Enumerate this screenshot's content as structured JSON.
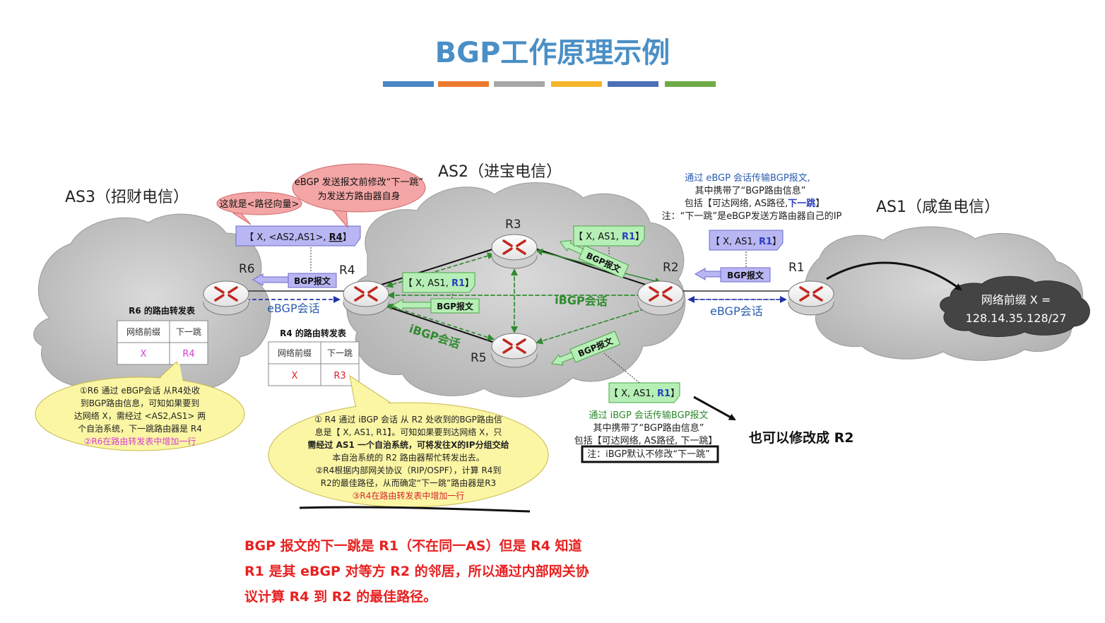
{
  "title": "BGP工作原理示例",
  "title_bar_colors": [
    "#4a86c5",
    "#ec7a2e",
    "#a7a7a7",
    "#f5b52c",
    "#4c6fb5",
    "#6fab45"
  ],
  "as_labels": {
    "as3": "AS3（招财电信）",
    "as2": "AS2（进宝电信）",
    "as1": "AS1（咸鱼电信）"
  },
  "routers": {
    "r1": "R1",
    "r2": "R2",
    "r3": "R3",
    "r4": "R4",
    "r5": "R5",
    "r6": "R6"
  },
  "sessions": {
    "ebgp_left": "eBGP会话",
    "ebgp_right": "eBGP会话",
    "ibgp_top": "iBGP会话",
    "ibgp_left": "iBGP会话"
  },
  "bgp_msg_label": "BGP报文",
  "route_boxes": {
    "r4_out": {
      "pre": "【 X,  <AS2,AS1>, ",
      "hop": "R4",
      "post": "】"
    },
    "r1_out": {
      "pre": "【 X, AS1, ",
      "hop": "R1",
      "post": "】"
    },
    "r2_to_r3": {
      "pre": "【 X, AS1, ",
      "hop": "R1",
      "post": "】"
    },
    "r3_to_r4": {
      "pre": "【 X, AS1, ",
      "hop": "R1",
      "post": "】"
    },
    "r2_to_r5": {
      "pre": "【 X, AS1, ",
      "hop": "R1",
      "post": "】"
    }
  },
  "bubbles": {
    "path_vector": "这就是<路径向量>",
    "next_hop_change": [
      "eBGP 发送报文前修改“下一跳”",
      "为发送方路由器自身"
    ]
  },
  "ebgp_note": {
    "line1": "通过 eBGP 会话传输BGP报文,",
    "line2": "其中携带了“BGP路由信息”",
    "line3_pre": "包括【可达网络, AS路径,",
    "line3_hop": "下一跳",
    "line3_post": "】",
    "line4": "注：“下一跳”是eBGP发送方路由器自己的IP"
  },
  "ibgp_note": {
    "line1": "通过 iBGP 会话传输BGP报文",
    "line2": "其中携带了“BGP路由信息”",
    "line3": "包括【可达网络, AS路径, 下一跳】",
    "line4": "注：iBGP默认不修改“下一跳”"
  },
  "network": {
    "line1": "网络前缀 X =",
    "line2": "128.14.35.128/27"
  },
  "r6_table": {
    "title": "R6 的路由转发表",
    "headers": [
      "网络前缀",
      "下一跳"
    ],
    "row": [
      "X",
      "R4"
    ]
  },
  "r4_table": {
    "title": "R4 的路由转发表",
    "headers": [
      "网络前缀",
      "下一跳"
    ],
    "row": [
      "X",
      "R3"
    ]
  },
  "r6_callout": [
    "①R6 通过 eBGP会话 从R4处收",
    "到BGP路由信息，可知如果要到",
    "达网络 X，需经过 <AS2,AS1> 两",
    "个自治系统，下一跳路由器是 R4",
    "②R6在路由转发表中增加一行"
  ],
  "r4_callout": [
    "① R4 通过 iBGP 会话 从 R2 处收到的BGP路由信",
    "息是【 X, AS1, R1】。可知如果要到达网络 X，只",
    "需经过 AS1 一个自治系统，可将发往X的IP分组交给",
    "本自治系统的 R2 路由器帮忙转发出去。",
    "②R4根据内部网关协议（RIP/OSPF），计算 R4到",
    "R2的最佳路径，从而确定“下一跳”路由器是R3",
    "③R4在路由转发表中增加一行"
  ],
  "side_note": "也可以修改成 R2",
  "bottom_note": [
    "BGP 报文的下一跳是 R1（不在同一AS）但是 R4 知道",
    "R1 是其 eBGP 对等方 R2 的邻居，所以通过内部网关协",
    "议计算 R4 到 R2 的最佳路径。"
  ]
}
